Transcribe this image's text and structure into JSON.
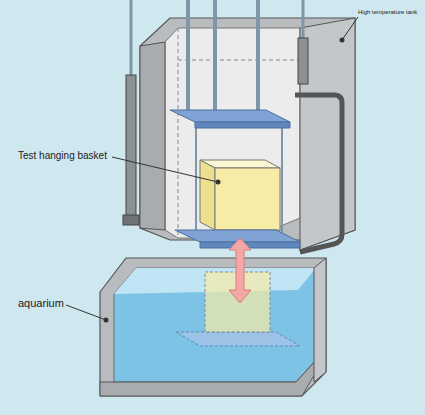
{
  "diagram": {
    "labels": [
      "High temperature tank",
      "Test hanging basket",
      "aquarium"
    ]
  }
}
